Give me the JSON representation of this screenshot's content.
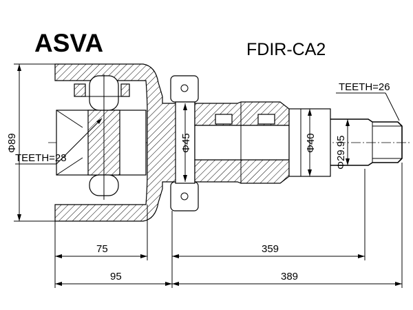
{
  "header": {
    "brand": "ASVA",
    "part_number": "FDIR-CA2"
  },
  "labels": {
    "outer_teeth": "TEETH=26",
    "inner_teeth": "TEETH=28",
    "dia_outer": "Φ89",
    "dia_flange": "Φ45",
    "dia_shaft": "Φ40",
    "dia_spline": "Φ29.95"
  },
  "dimensions": {
    "inner_length": "75",
    "inner_total": "95",
    "shaft_length": "359",
    "total_length": "389"
  }
}
